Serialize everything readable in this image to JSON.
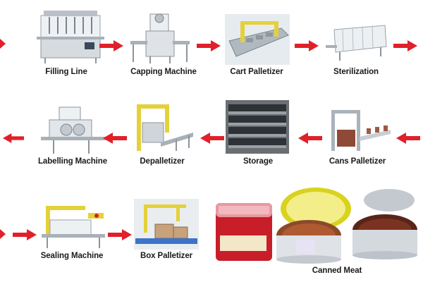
{
  "steps": [
    {
      "id": "filling",
      "label": "Filling Line"
    },
    {
      "id": "capping",
      "label": "Capping Machine"
    },
    {
      "id": "cart-pal",
      "label": "Cart Palletizer"
    },
    {
      "id": "sterilize",
      "label": "Sterilization"
    },
    {
      "id": "labelling",
      "label": "Labelling Machine"
    },
    {
      "id": "depal",
      "label": "Depalletizer"
    },
    {
      "id": "storage",
      "label": "Storage"
    },
    {
      "id": "cans-pal",
      "label": "Cans Palletizer"
    },
    {
      "id": "sealing",
      "label": "Sealing Machine"
    },
    {
      "id": "box-pal",
      "label": "Box Palletizer"
    },
    {
      "id": "canned-meat",
      "label": "Canned Meat"
    }
  ],
  "colors": {
    "arrow": "#e0202a",
    "label": "#1a1a1a",
    "steel": "#c9ced4"
  },
  "icons": {
    "flow-arrow": "red-arrow-icon"
  }
}
